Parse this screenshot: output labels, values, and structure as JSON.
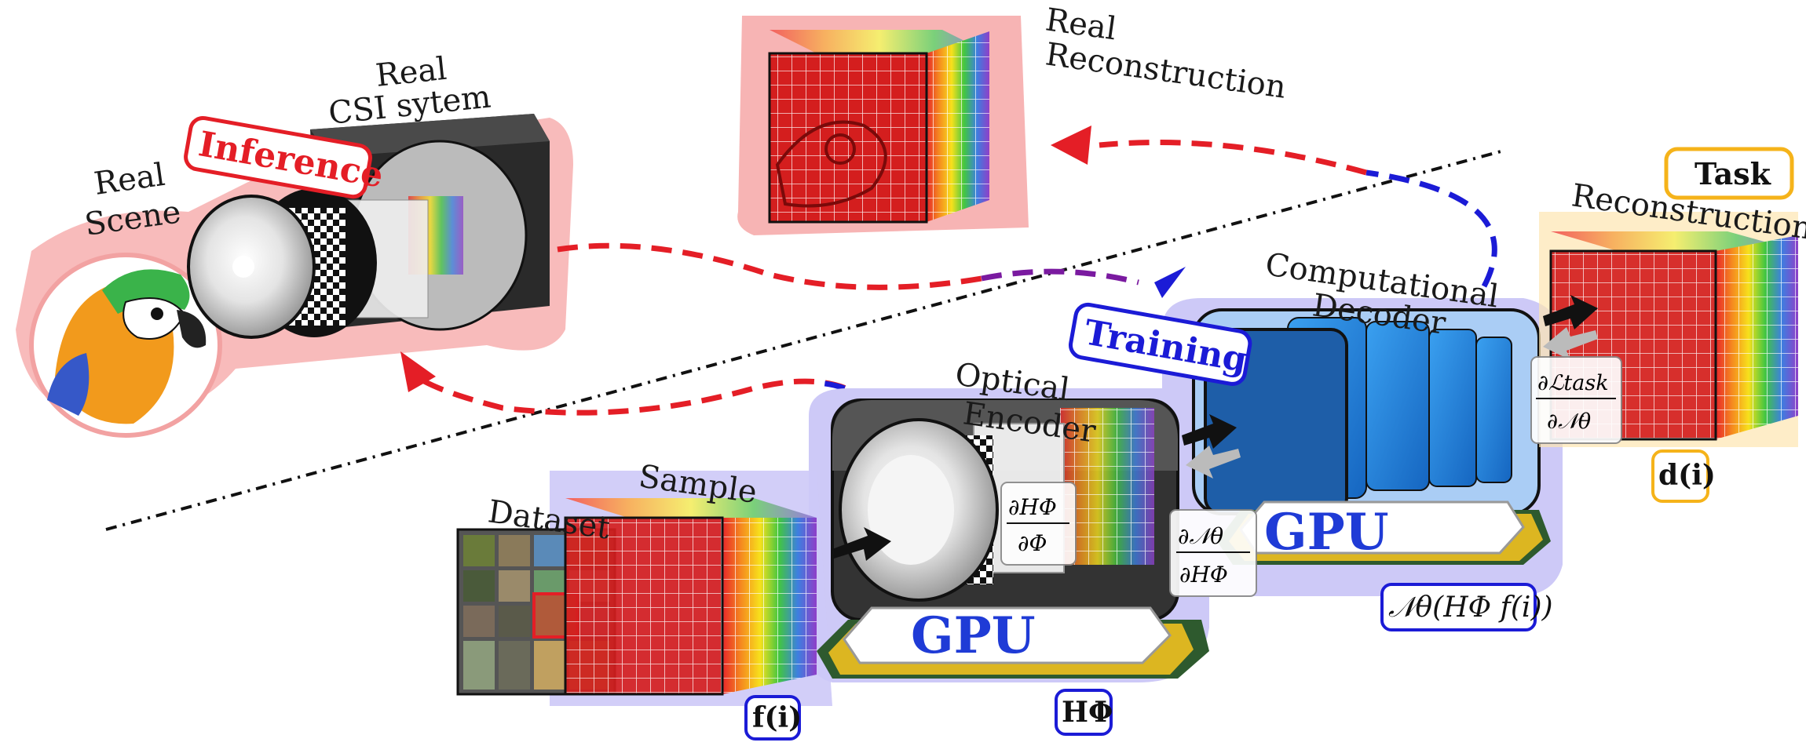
{
  "labels": {
    "real_reconstruction": [
      "Real",
      "Reconstruction"
    ],
    "real_csi": [
      "Real",
      "CSI sytem"
    ],
    "real_scene": [
      "Real",
      "Scene"
    ],
    "inference": "Inference",
    "training": "Training",
    "computational_decoder": [
      "Computational",
      "Decoder"
    ],
    "optical_encoder": [
      "Optical",
      "Encoder"
    ],
    "sample": "Sample",
    "dataset": "Dataset",
    "task": "Task",
    "task_reconstruction": "Reconstruction",
    "gpu": "GPU"
  },
  "math": {
    "f_i": "f(i)",
    "h_phi": "HΦ",
    "n_theta_expr": "𝒩θ(HΦ f(i))",
    "d_i": "d(i)",
    "grad_h": {
      "num": "∂HΦ",
      "den": "∂Φ"
    },
    "grad_n": {
      "num": "∂𝒩θ",
      "den": "∂HΦ"
    },
    "grad_task": {
      "num": "∂ℒtask",
      "den": "∂𝒩θ"
    }
  },
  "colors": {
    "inference": "#e41e26",
    "training": "#1b1bd6",
    "inference_halo": "#f7a8a8",
    "training_halo": "#c9c6f7",
    "task": "#f5b31a",
    "gpu_text": "#1f3bd6"
  },
  "icons": [
    "parrot-icon",
    "camera-icon",
    "spectral-cube-icon",
    "gpu-chip-icon",
    "decoder-layers-icon",
    "dataset-grid-icon"
  ]
}
